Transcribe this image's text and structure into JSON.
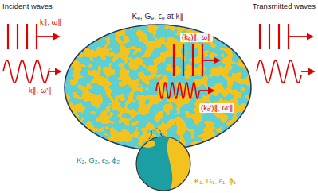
{
  "diagram": {
    "nodes": [
      {
        "text": [
          "Kₑ, Gₑ, ϵₑ at k∥"
        ]
      }
    ],
    "labels": [
      "Incident waves",
      "Transmitted waves",
      "k∥, ω∥",
      "k∥, ω'∥",
      "(kₑ)∥, ω∥",
      "(kₑ')∥, ω'∥",
      "K₂, G₂, ϵ₂, ϕ₂",
      "K₁, G₁, ϵ₁, ϕ₁"
    ]
  }
}
